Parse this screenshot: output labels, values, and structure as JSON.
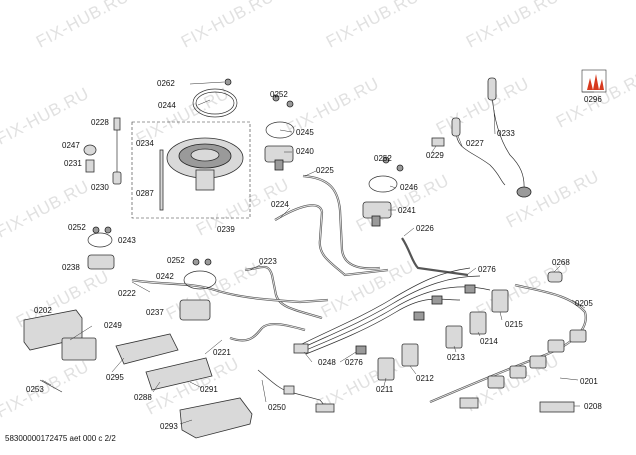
{
  "watermark": "FIX-HUB.RU",
  "footer": "58300000172475 aet 000 c 2/2",
  "labels": {
    "p0202": "0202",
    "p0205": "0205",
    "p0208": "0208",
    "p0211": "0211",
    "p0212": "0212",
    "p0213": "0213",
    "p0214": "0214",
    "p0215": "0215",
    "p0221": "0221",
    "p0222": "0222",
    "p0223": "0223",
    "p0224": "0224",
    "p0225": "0225",
    "p0226": "0226",
    "p0227": "0227",
    "p0228": "0228",
    "p0229": "0229",
    "p0230": "0230",
    "p0231": "0231",
    "p0233": "0233",
    "p0234": "0234",
    "p0237": "0237",
    "p0238": "0238",
    "p0239": "0239",
    "p0240": "0240",
    "p0241": "0241",
    "p0242": "0242",
    "p0243": "0243",
    "p0244": "0244",
    "p0245": "0245",
    "p0246": "0246",
    "p0247": "0247",
    "p0248": "0248",
    "p0249": "0249",
    "p0250": "0250",
    "p0252a": "0252",
    "p0252b": "0252",
    "p0252c": "0252",
    "p0252d": "0252",
    "p0253": "0253",
    "p0262": "0262",
    "p0268": "0268",
    "p0276a": "0276",
    "p0276b": "0276",
    "p0287": "0287",
    "p0288": "0288",
    "p0291": "0291",
    "p0293": "0293",
    "p0295": "0295",
    "p0296": "0296",
    "p0201": "0201"
  }
}
